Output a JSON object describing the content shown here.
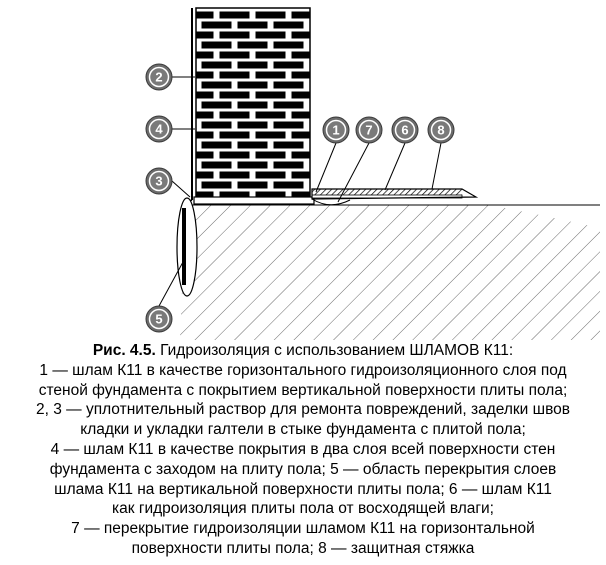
{
  "figure": {
    "callouts": [
      {
        "id": "2",
        "label": "2"
      },
      {
        "id": "4",
        "label": "4"
      },
      {
        "id": "3",
        "label": "3"
      },
      {
        "id": "5",
        "label": "5"
      },
      {
        "id": "1",
        "label": "1"
      },
      {
        "id": "7",
        "label": "7"
      },
      {
        "id": "6",
        "label": "6"
      },
      {
        "id": "8",
        "label": "8"
      }
    ]
  },
  "caption": {
    "fig_number": "Рис. 4.5.",
    "title": " Гидроизоляция с использованием ШЛАМОВ К11:",
    "lines": [
      "1 — шлам К11 в качестве горизонтального гидроизоляционного слоя под",
      "стеной фундамента с покрытием вертикальной поверхности плиты пола;",
      "2, 3 — уплотнительный раствор для ремонта повреждений, заделки швов",
      "кладки и укладки галтели в стыке фундамента с плитой пола;",
      "4 — шлам К11 в качестве покрытия в два слоя всей поверхности стен",
      "фундамента с заходом на плиту пола; 5 — область перекрытия слоев",
      "шлама К11 на вертикальной поверхности плиты пола; 6 — шлам К11",
      "как гидроизоляция плиты пола от восходящей влаги;",
      "7 — перекрытие гидроизоляции шламом К11 на горизонтальной",
      "поверхности плиты пола; 8 — защитная стяжка"
    ]
  }
}
